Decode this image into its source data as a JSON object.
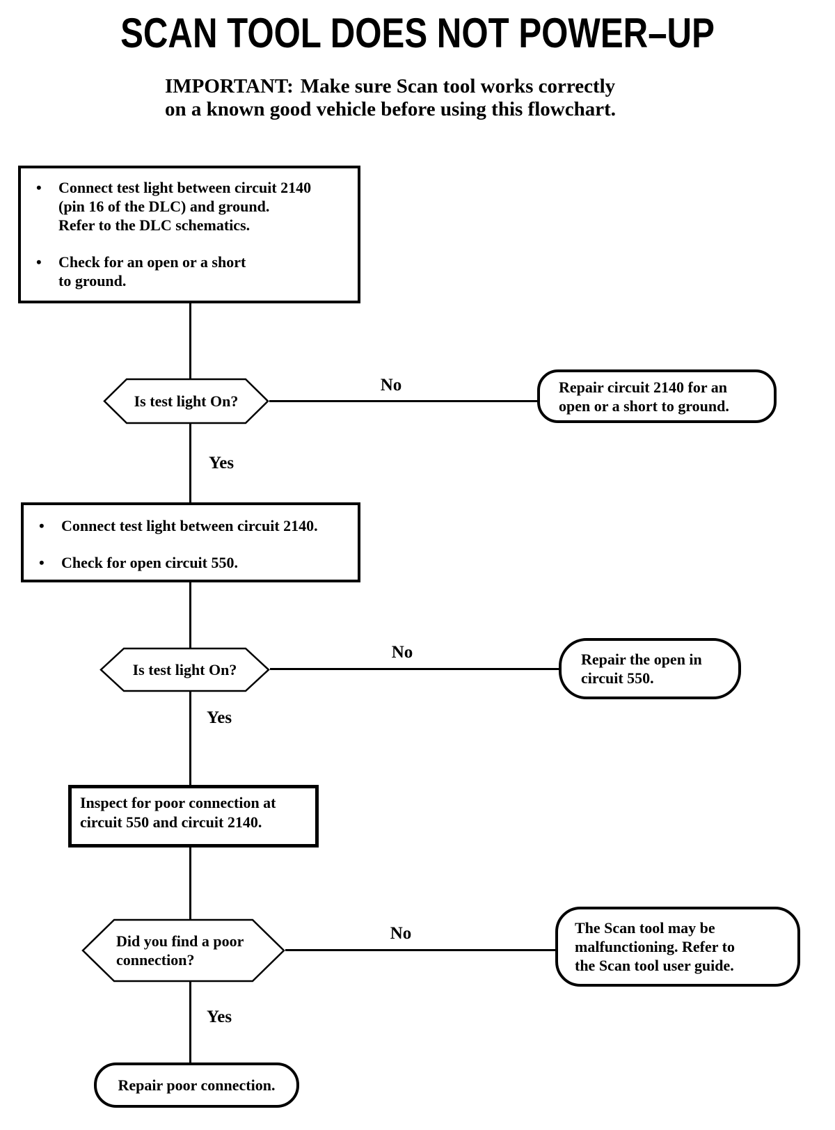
{
  "title": "SCAN TOOL DOES NOT POWER–UP",
  "important": {
    "label": "IMPORTANT:",
    "text": "Make sure Scan tool works correctly\non a known good vehicle before using this flowchart."
  },
  "flow": {
    "step1": {
      "bullet1": "Connect test light between circuit 2140\n(pin 16 of the DLC) and ground.\nRefer to the DLC schematics.",
      "bullet2": "Check for an open or a short\nto ground."
    },
    "decision1": "Is test light On?",
    "terminal1": "Repair circuit 2140 for an\nopen or a short to ground.",
    "step2": {
      "bullet1": "Connect test light between circuit 2140.",
      "bullet2": "Check for open circuit 550."
    },
    "decision2": "Is test light On?",
    "terminal2": "Repair the open in\ncircuit 550.",
    "step3": "Inspect for poor connection at\ncircuit 550 and circuit 2140.",
    "decision3": "Did you find a poor\nconnection?",
    "terminal3": "The Scan tool may be\nmalfunctioning. Refer to\nthe Scan tool user guide.",
    "terminal4": "Repair poor connection."
  },
  "labels": {
    "yes": "Yes",
    "no": "No",
    "bullet": "•"
  },
  "colors": {
    "ink": "#000000",
    "background": "#ffffff"
  }
}
